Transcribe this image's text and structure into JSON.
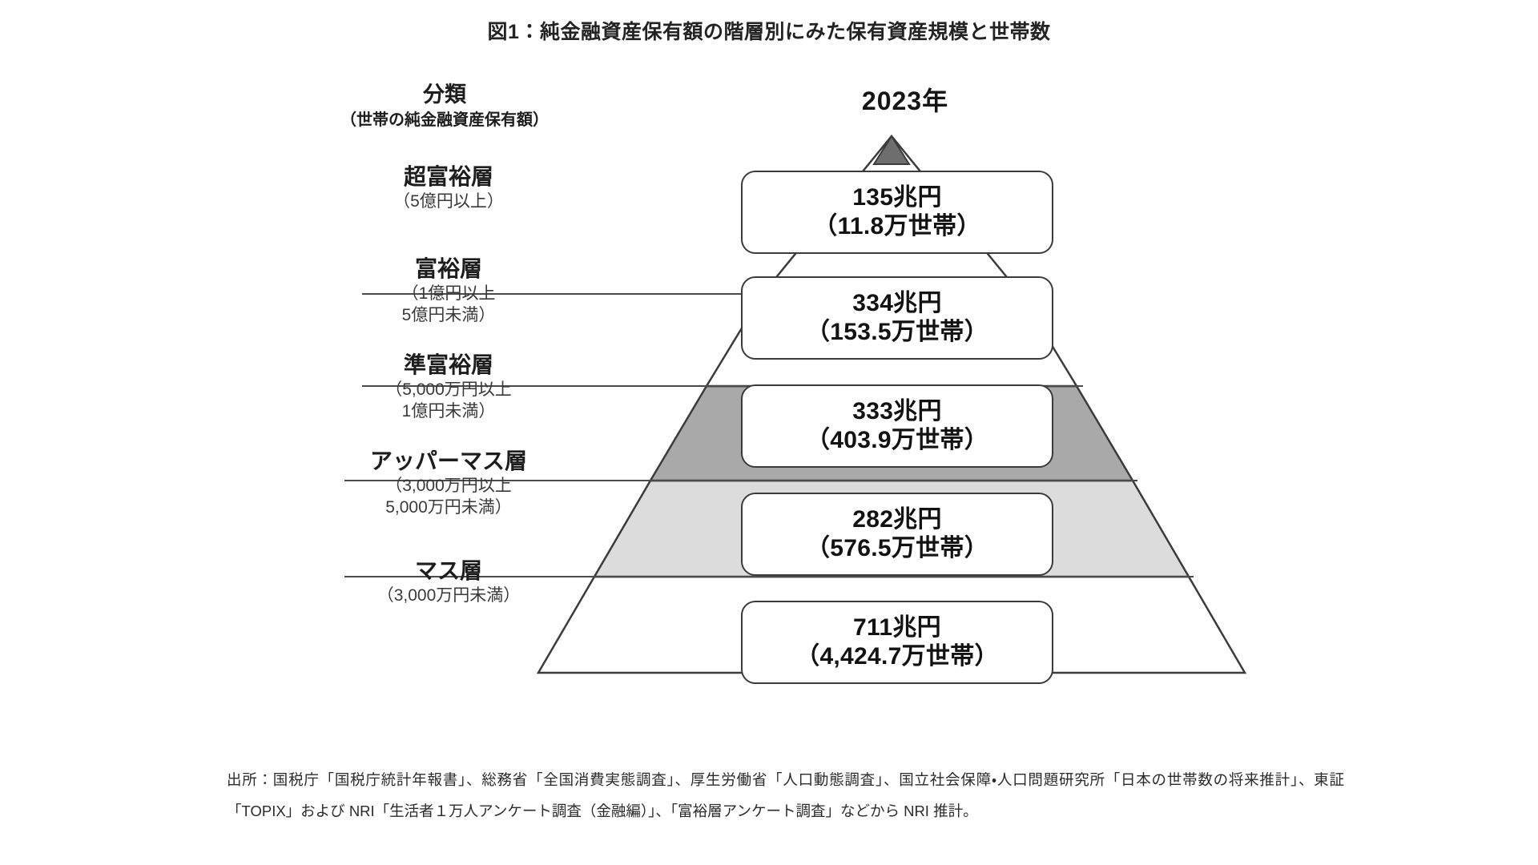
{
  "figure": {
    "title": "図1：純金融資産保有額の階層別にみた保有資産規模と世帯数",
    "column_headers": {
      "classification_main": "分類",
      "classification_sub": "（世帯の純金融資産保有額）",
      "year": "2023年"
    },
    "source_note": "出所：国税庁「国税庁統計年報書」、総務省「全国消費実態調査」、厚生労働省「人口動態調査」、国立社会保障・人口問題研究所「日本の世帯数の将来推計」、東証「TOPIX」および NRI「生活者１万人アンケート調査（金融編）」、「富裕層アンケート調査」などから NRI 推計。"
  },
  "colors": {
    "outline": "#3b3b3b",
    "tier_top_fill": "#ffffff",
    "tier_mid_fill": "#a9a9a9",
    "tier_lower_fill": "#dcdcdc",
    "tier_base_fill": "#ffffff",
    "text": "#1a1a1a",
    "background": "#ffffff"
  },
  "chart_data": {
    "type": "pie",
    "chart_kind": "wealth-pyramid",
    "title": "図1：純金融資産保有額の階層別にみた保有資産規模と世帯数",
    "year": "2023年",
    "xlabel": "",
    "ylabel": "",
    "legend": "none",
    "grid": false,
    "units": {
      "assets": "兆円",
      "households": "万世帯"
    },
    "categories": [
      "超富裕層",
      "富裕層",
      "準富裕層",
      "アッパーマス層",
      "マス層"
    ],
    "series": [
      {
        "name": "保有資産規模（兆円）",
        "values": [
          135,
          334,
          333,
          282,
          711
        ]
      },
      {
        "name": "世帯数（万世帯）",
        "values": [
          11.8,
          153.5,
          403.9,
          576.5,
          4424.7
        ]
      }
    ],
    "tiers": [
      {
        "name": "超富裕層",
        "range_lines": [
          "（5億円以上）"
        ],
        "assets_label": "135兆円",
        "households_label": "（11.8万世帯）",
        "assets_value": 135,
        "households_value": 11.8
      },
      {
        "name": "富裕層",
        "range_lines": [
          "（1億円以上",
          "5億円未満）"
        ],
        "assets_label": "334兆円",
        "households_label": "（153.5万世帯）",
        "assets_value": 334,
        "households_value": 153.5
      },
      {
        "name": "準富裕層",
        "range_lines": [
          "（5,000万円以上",
          "1億円未満）"
        ],
        "assets_label": "333兆円",
        "households_label": "（403.9万世帯）",
        "assets_value": 333,
        "households_value": 403.9
      },
      {
        "name": "アッパーマス層",
        "range_lines": [
          "（3,000万円以上",
          "5,000万円未満）"
        ],
        "assets_label": "282兆円",
        "households_label": "（576.5万世帯）",
        "assets_value": 282,
        "households_value": 576.5
      },
      {
        "name": "マス層",
        "range_lines": [
          "（3,000万円未満）"
        ],
        "assets_label": "711兆円",
        "households_label": "（4,424.7万世帯）",
        "assets_value": 711,
        "households_value": 4424.7
      }
    ]
  }
}
